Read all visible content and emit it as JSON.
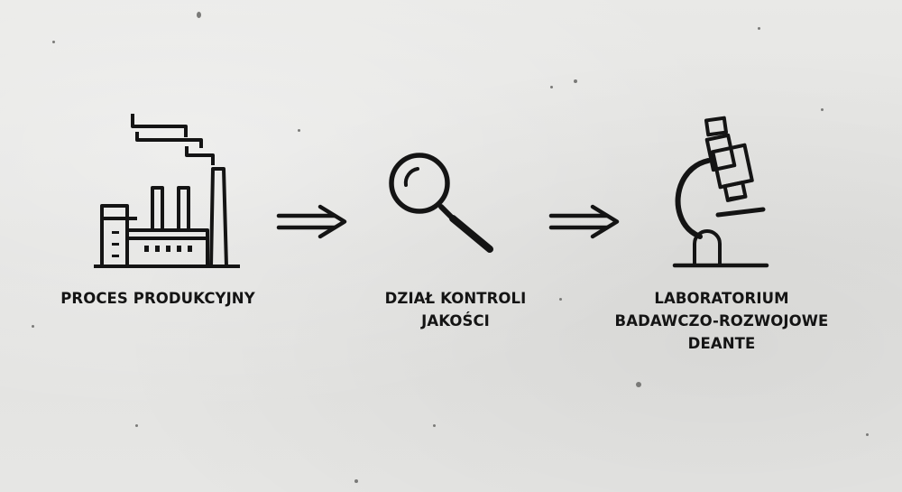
{
  "steps": [
    {
      "icon": "factory-icon",
      "label_lines": [
        "PROCES PRODUKCYJNY"
      ]
    },
    {
      "icon": "magnifier-icon",
      "label_lines": [
        "DZIAŁ KONTROLI",
        "JAKOŚCI"
      ]
    },
    {
      "icon": "microscope-icon",
      "label_lines": [
        "LABORATORIUM",
        "BADAWCZO-ROZWOJOWE",
        "DEANTE"
      ]
    }
  ],
  "colors": {
    "ink": "#141414",
    "background": "#e5e5e3"
  }
}
